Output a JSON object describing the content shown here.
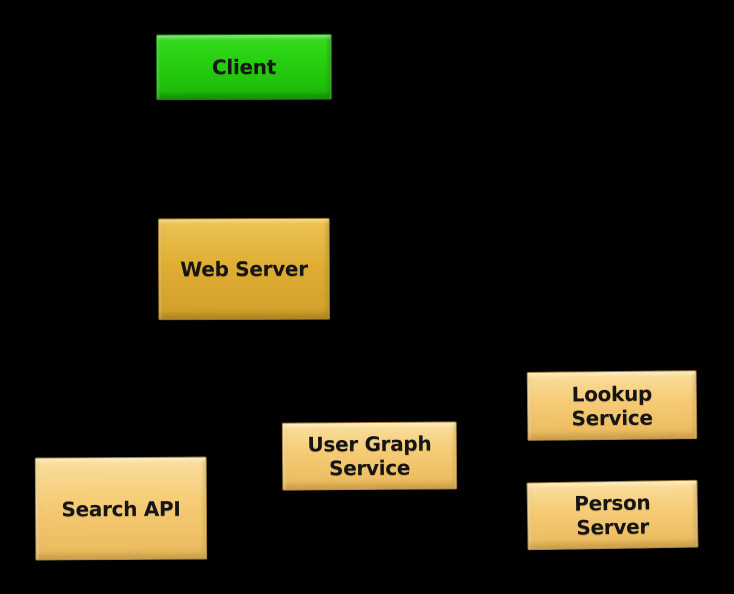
{
  "diagram": {
    "title": "service-architecture-diagram",
    "background_color": "#000000",
    "text_color": "#151515",
    "edges": [],
    "nodes": [
      {
        "id": "client",
        "label": "Client",
        "fill": "#27ce10",
        "kind": "client"
      },
      {
        "id": "web-server",
        "label": "Web Server",
        "fill": "#dfad33",
        "kind": "server"
      },
      {
        "id": "search-api",
        "label": "Search API",
        "fill": "#f6cc77",
        "kind": "service"
      },
      {
        "id": "user-graph-service",
        "label": "User Graph\nService",
        "fill": "#f6cc77",
        "kind": "service"
      },
      {
        "id": "lookup-service",
        "label": "Lookup\nService",
        "fill": "#f6cc77",
        "kind": "service"
      },
      {
        "id": "person-server",
        "label": "Person\nServer",
        "fill": "#f6cc77",
        "kind": "service"
      }
    ]
  }
}
